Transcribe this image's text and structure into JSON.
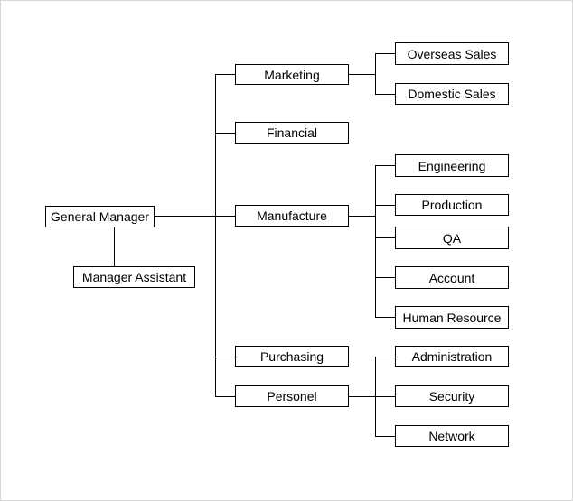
{
  "org_chart": {
    "root": "General Manager",
    "assistant": "Manager Assistant",
    "departments": {
      "marketing": "Marketing",
      "financial": "Financial",
      "manufacture": "Manufacture",
      "purchasing": "Purchasing",
      "personel": "Personel"
    },
    "marketing_units": [
      "Overseas Sales",
      "Domestic Sales"
    ],
    "manufacture_units": [
      "Engineering",
      "Production",
      "QA",
      "Account",
      "Human Resource"
    ],
    "personel_units": [
      "Administration",
      "Security",
      "Network"
    ]
  }
}
